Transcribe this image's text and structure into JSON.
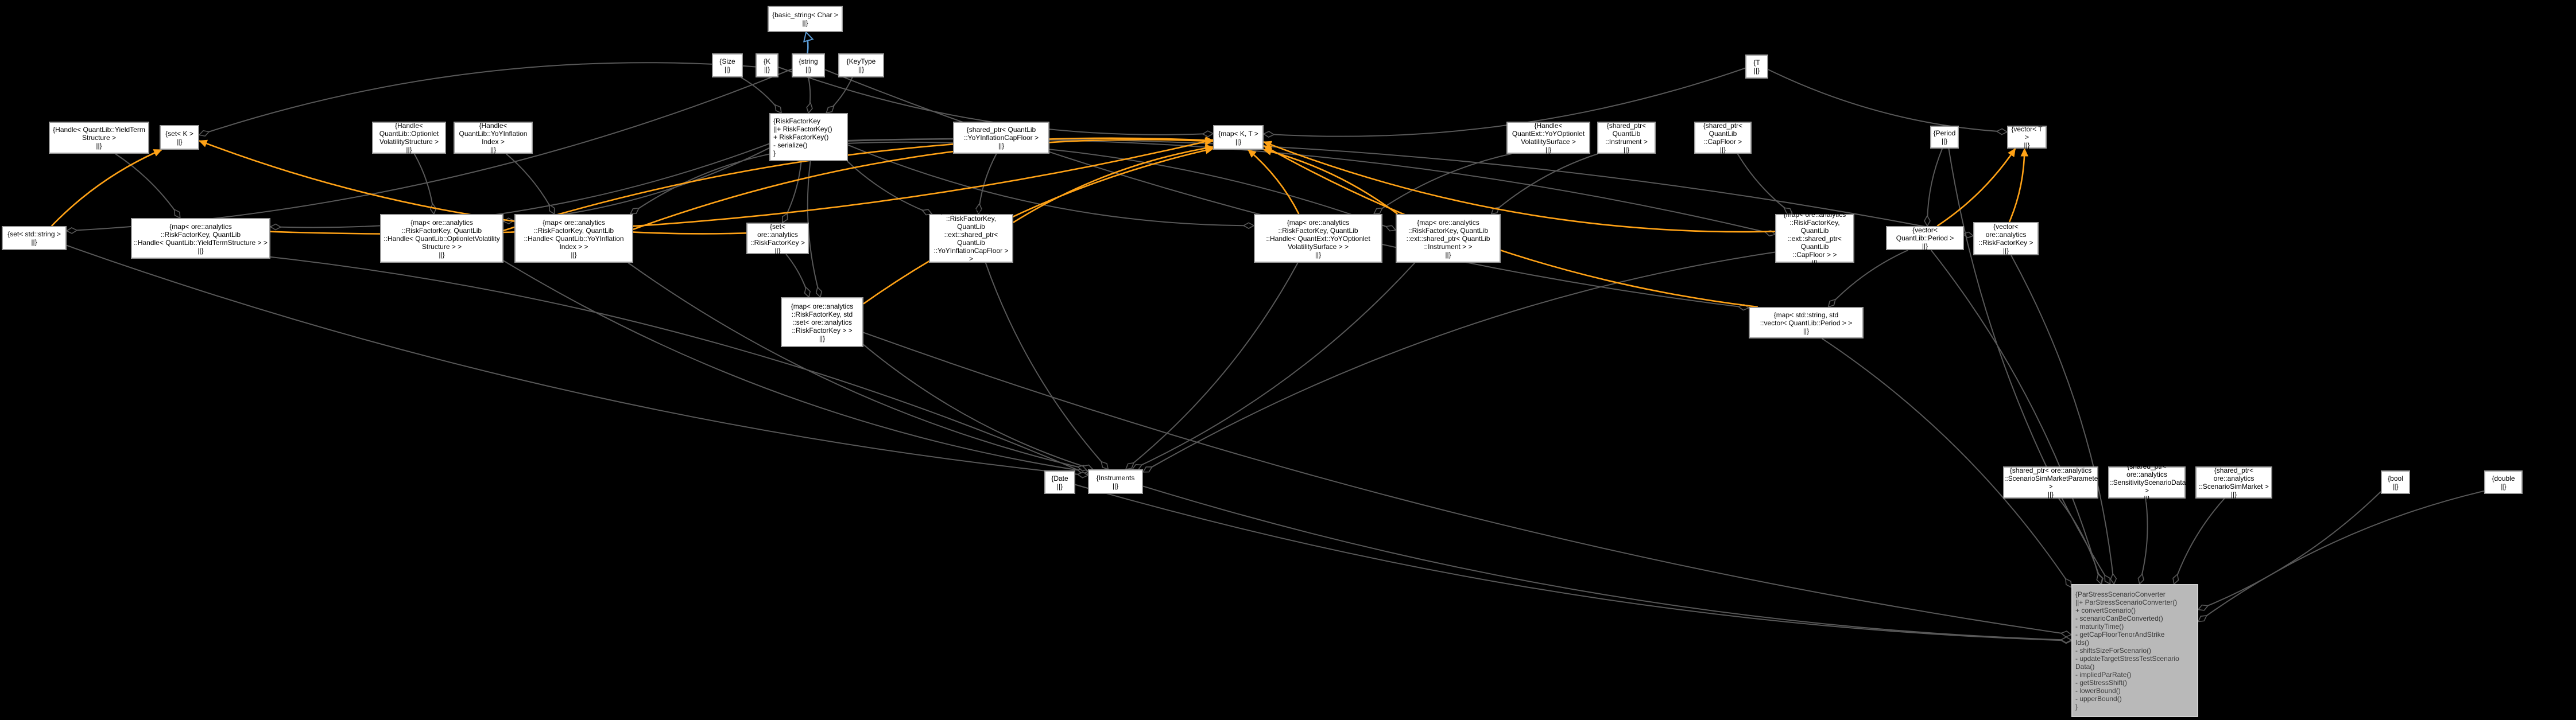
{
  "diagram": {
    "type": "doxygen-collaboration-graph",
    "background": "#000000",
    "colors": {
      "node_fill": "#ffffff",
      "node_border": "#9b9b9b",
      "node_text": "#000000",
      "main_node_fill": "#b9b9b9",
      "main_node_text": "#3a3a3a",
      "member_edge": "#585858",
      "template_edge": "#ffa216",
      "inheritance_edge": "#5b9bd5"
    },
    "nodes": [
      {
        "id": "basic_string",
        "label": "{basic_string< Char >\n||}"
      },
      {
        "id": "size",
        "label": "{Size\n||}"
      },
      {
        "id": "k",
        "label": "{K\n||}"
      },
      {
        "id": "string",
        "label": "{string\n||}"
      },
      {
        "id": "keytype",
        "label": "{KeyType\n||}"
      },
      {
        "id": "t",
        "label": "{T\n||}"
      },
      {
        "id": "handle_ytc",
        "label": "{Handle< QuantLib::YieldTerm\nStructure >\n||}"
      },
      {
        "id": "set_k",
        "label": "{set< K >\n||}"
      },
      {
        "id": "handle_ovs",
        "label": "{Handle< QuantLib::Optionlet\nVolatilityStructure >\n||}"
      },
      {
        "id": "handle_yinf",
        "label": "{Handle< QuantLib::YoYInflation\nIndex >\n||}"
      },
      {
        "id": "riskfactorkey",
        "label": "{RiskFactorKey\n||+ RiskFactorKey()\n+ RiskFactorKey()\n- serialize()\n}"
      },
      {
        "id": "sp_yoycapfloor",
        "label": "{shared_ptr< QuantLib\n::YoYInflationCapFloor >\n||}"
      },
      {
        "id": "map_kt",
        "label": "{map< K, T >\n||}"
      },
      {
        "id": "handle_yoyvs",
        "label": "{Handle< QuantExt::YoYOptionlet\nVolatilitySurface >\n||}"
      },
      {
        "id": "sp_instrument",
        "label": "{shared_ptr< QuantLib\n::Instrument >\n||}"
      },
      {
        "id": "sp_capfloor",
        "label": "{shared_ptr< QuantLib\n::CapFloor >\n||}"
      },
      {
        "id": "period",
        "label": "{Period\n||}"
      },
      {
        "id": "vector_t",
        "label": "{vector< T >\n||}"
      },
      {
        "id": "set_string",
        "label": "{set< std::string >\n||}"
      },
      {
        "id": "map_ytc",
        "label": "{map< ore::analytics\n::RiskFactorKey, QuantLib\n::Handle< QuantLib::YieldTermStructure > >\n||}"
      },
      {
        "id": "map_ovs",
        "label": "{map< ore::analytics\n::RiskFactorKey, QuantLib\n::Handle< QuantLib::OptionletVolatility\nStructure > >\n||}"
      },
      {
        "id": "map_yinf",
        "label": "{map< ore::analytics\n::RiskFactorKey, QuantLib\n::Handle< QuantLib::YoYInflation\nIndex > >\n||}"
      },
      {
        "id": "set_rfk",
        "label": "{set< ore::analytics\n::RiskFactorKey >\n||}"
      },
      {
        "id": "map_yoycf",
        "label": "{map< ore::analytics\n::RiskFactorKey, QuantLib\n::ext::shared_ptr< QuantLib\n::YoYInflationCapFloor > >\n||}"
      },
      {
        "id": "map_yoyvs",
        "label": "{map< ore::analytics\n::RiskFactorKey, QuantLib\n::Handle< QuantExt::YoYOptionlet\nVolatilitySurface > >\n||}"
      },
      {
        "id": "map_inst",
        "label": "{map< ore::analytics\n::RiskFactorKey, QuantLib\n::ext::shared_ptr< QuantLib\n::Instrument > >\n||}"
      },
      {
        "id": "map_cf",
        "label": "{map< ore::analytics\n::RiskFactorKey, QuantLib\n::ext::shared_ptr< QuantLib\n::CapFloor > >\n||}"
      },
      {
        "id": "vec_period",
        "label": "{vector< QuantLib::Period >\n||}"
      },
      {
        "id": "vec_rfk",
        "label": "{vector< ore::analytics\n::RiskFactorKey >\n||}"
      },
      {
        "id": "map_rfk_set",
        "label": "{map< ore::analytics\n::RiskFactorKey, std\n::set< ore::analytics\n::RiskFactorKey > >\n||}"
      },
      {
        "id": "map_str_vp",
        "label": "{map< std::string, std\n::vector< QuantLib::Period > >\n||}"
      },
      {
        "id": "date",
        "label": "{Date\n||}"
      },
      {
        "id": "instruments",
        "label": "{Instruments\n||}"
      },
      {
        "id": "sp_ssmp",
        "label": "{shared_ptr< ore::analytics\n::ScenarioSimMarketParameters >\n||}"
      },
      {
        "id": "sp_ssd",
        "label": "{shared_ptr< ore::analytics\n::SensitivityScenarioData >\n||}"
      },
      {
        "id": "sp_ssm",
        "label": "{shared_ptr< ore::analytics\n::ScenarioSimMarket >\n||}"
      },
      {
        "id": "bool",
        "label": "{bool\n||}"
      },
      {
        "id": "double",
        "label": "{double\n||}"
      },
      {
        "id": "main",
        "label": "{ParStressScenarioConverter\n||+ ParStressScenarioConverter()\n+ convertScenario()\n- scenarioCanBeConverted()\n- maturityTime()\n- getCapFloorTenorAndStrike\nIds()\n- shiftsSizeForScenario()\n- updateTargetStressTestScenario\nData()\n- impliedParRate()\n- getStressShift()\n- lowerBound()\n- upperBound()\n}"
      }
    ],
    "edges": [
      {
        "from": "set_k",
        "to": "k",
        "kind": "member"
      },
      {
        "from": "map_kt",
        "to": "k",
        "kind": "member"
      },
      {
        "from": "map_kt",
        "to": "t",
        "kind": "member"
      },
      {
        "from": "vector_t",
        "to": "t",
        "kind": "member"
      },
      {
        "from": "riskfactorkey",
        "to": "size",
        "kind": "member"
      },
      {
        "from": "riskfactorkey",
        "to": "keytype",
        "kind": "member"
      },
      {
        "from": "riskfactorkey",
        "to": "string",
        "kind": "member"
      },
      {
        "from": "set_string",
        "to": "string",
        "kind": "member"
      },
      {
        "from": "map_str_vp",
        "to": "string",
        "kind": "member"
      },
      {
        "from": "map_ytc",
        "to": "riskfactorkey",
        "kind": "member"
      },
      {
        "from": "map_ytc",
        "to": "handle_ytc",
        "kind": "member"
      },
      {
        "from": "map_ovs",
        "to": "riskfactorkey",
        "kind": "member"
      },
      {
        "from": "map_ovs",
        "to": "handle_ovs",
        "kind": "member"
      },
      {
        "from": "map_yinf",
        "to": "riskfactorkey",
        "kind": "member"
      },
      {
        "from": "map_yinf",
        "to": "handle_yinf",
        "kind": "member"
      },
      {
        "from": "set_rfk",
        "to": "riskfactorkey",
        "kind": "member"
      },
      {
        "from": "map_yoycf",
        "to": "riskfactorkey",
        "kind": "member"
      },
      {
        "from": "map_yoycf",
        "to": "sp_yoycapfloor",
        "kind": "member"
      },
      {
        "from": "map_yoyvs",
        "to": "riskfactorkey",
        "kind": "member"
      },
      {
        "from": "map_yoyvs",
        "to": "handle_yoyvs",
        "kind": "member"
      },
      {
        "from": "map_inst",
        "to": "riskfactorkey",
        "kind": "member"
      },
      {
        "from": "map_inst",
        "to": "sp_instrument",
        "kind": "member"
      },
      {
        "from": "map_cf",
        "to": "riskfactorkey",
        "kind": "member"
      },
      {
        "from": "map_cf",
        "to": "sp_capfloor",
        "kind": "member"
      },
      {
        "from": "vec_period",
        "to": "period",
        "kind": "member"
      },
      {
        "from": "vec_rfk",
        "to": "riskfactorkey",
        "kind": "member"
      },
      {
        "from": "map_rfk_set",
        "to": "riskfactorkey",
        "kind": "member"
      },
      {
        "from": "map_rfk_set",
        "to": "set_rfk",
        "kind": "member"
      },
      {
        "from": "map_str_vp",
        "to": "vec_period",
        "kind": "member"
      },
      {
        "from": "instruments",
        "to": "map_ytc",
        "kind": "member"
      },
      {
        "from": "instruments",
        "to": "map_ovs",
        "kind": "member"
      },
      {
        "from": "instruments",
        "to": "map_yinf",
        "kind": "member"
      },
      {
        "from": "instruments",
        "to": "map_yoycf",
        "kind": "member"
      },
      {
        "from": "instruments",
        "to": "map_yoyvs",
        "kind": "member"
      },
      {
        "from": "instruments",
        "to": "map_inst",
        "kind": "member"
      },
      {
        "from": "instruments",
        "to": "map_cf",
        "kind": "member"
      },
      {
        "from": "instruments",
        "to": "map_rfk_set",
        "kind": "member"
      },
      {
        "from": "instruments",
        "to": "set_string",
        "kind": "member"
      },
      {
        "from": "main",
        "to": "date",
        "kind": "member"
      },
      {
        "from": "main",
        "to": "instruments",
        "kind": "member"
      },
      {
        "from": "main",
        "to": "sp_ssmp",
        "kind": "member"
      },
      {
        "from": "main",
        "to": "sp_ssd",
        "kind": "member"
      },
      {
        "from": "main",
        "to": "sp_ssm",
        "kind": "member"
      },
      {
        "from": "main",
        "to": "bool",
        "kind": "member"
      },
      {
        "from": "main",
        "to": "double",
        "kind": "member"
      },
      {
        "from": "main",
        "to": "map_str_vp",
        "kind": "member"
      },
      {
        "from": "main",
        "to": "vec_rfk",
        "kind": "member"
      },
      {
        "from": "main",
        "to": "map_rfk_set",
        "kind": "member"
      },
      {
        "from": "main",
        "to": "period",
        "kind": "member"
      },
      {
        "from": "main",
        "to": "vec_period",
        "kind": "member"
      },
      {
        "from": "map_ytc",
        "to": "map_kt",
        "kind": "template"
      },
      {
        "from": "map_ovs",
        "to": "map_kt",
        "kind": "template"
      },
      {
        "from": "map_yinf",
        "to": "map_kt",
        "kind": "template"
      },
      {
        "from": "map_yoycf",
        "to": "map_kt",
        "kind": "template"
      },
      {
        "from": "map_yoyvs",
        "to": "map_kt",
        "kind": "template"
      },
      {
        "from": "map_inst",
        "to": "map_kt",
        "kind": "template"
      },
      {
        "from": "map_cf",
        "to": "map_kt",
        "kind": "template"
      },
      {
        "from": "map_rfk_set",
        "to": "map_kt",
        "kind": "template"
      },
      {
        "from": "map_str_vp",
        "to": "map_kt",
        "kind": "template"
      },
      {
        "from": "set_string",
        "to": "set_k",
        "kind": "template"
      },
      {
        "from": "set_rfk",
        "to": "set_k",
        "kind": "template"
      },
      {
        "from": "vec_period",
        "to": "vector_t",
        "kind": "template"
      },
      {
        "from": "vec_rfk",
        "to": "vector_t",
        "kind": "template"
      },
      {
        "from": "string",
        "to": "basic_string",
        "kind": "inheritance"
      }
    ]
  }
}
